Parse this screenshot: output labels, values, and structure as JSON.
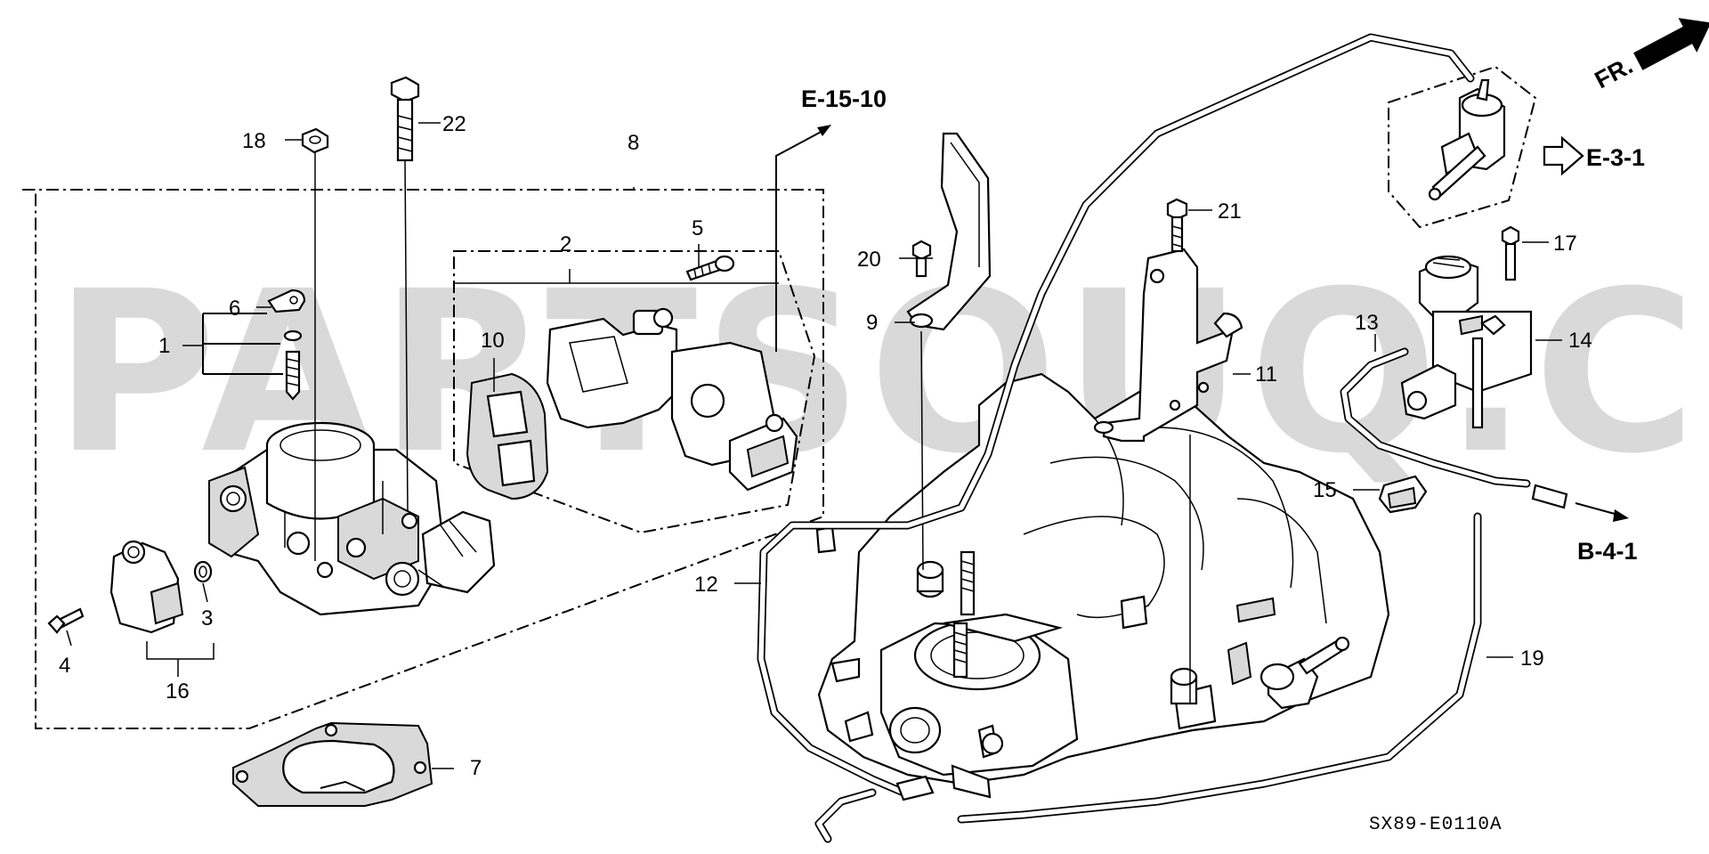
{
  "diagram": {
    "callouts": [
      "1",
      "2",
      "3",
      "4",
      "5",
      "6",
      "7",
      "8",
      "9",
      "10",
      "11",
      "12",
      "13",
      "14",
      "15",
      "16",
      "17",
      "18",
      "19",
      "20",
      "21",
      "22"
    ],
    "references": {
      "e15_10": "E-15-10",
      "e3_1": "E-3-1",
      "b4_1": "B-4-1",
      "front": "FR."
    },
    "drawing_code": "SX89-E0110A",
    "watermark": "PARTSOUQ.COM"
  }
}
